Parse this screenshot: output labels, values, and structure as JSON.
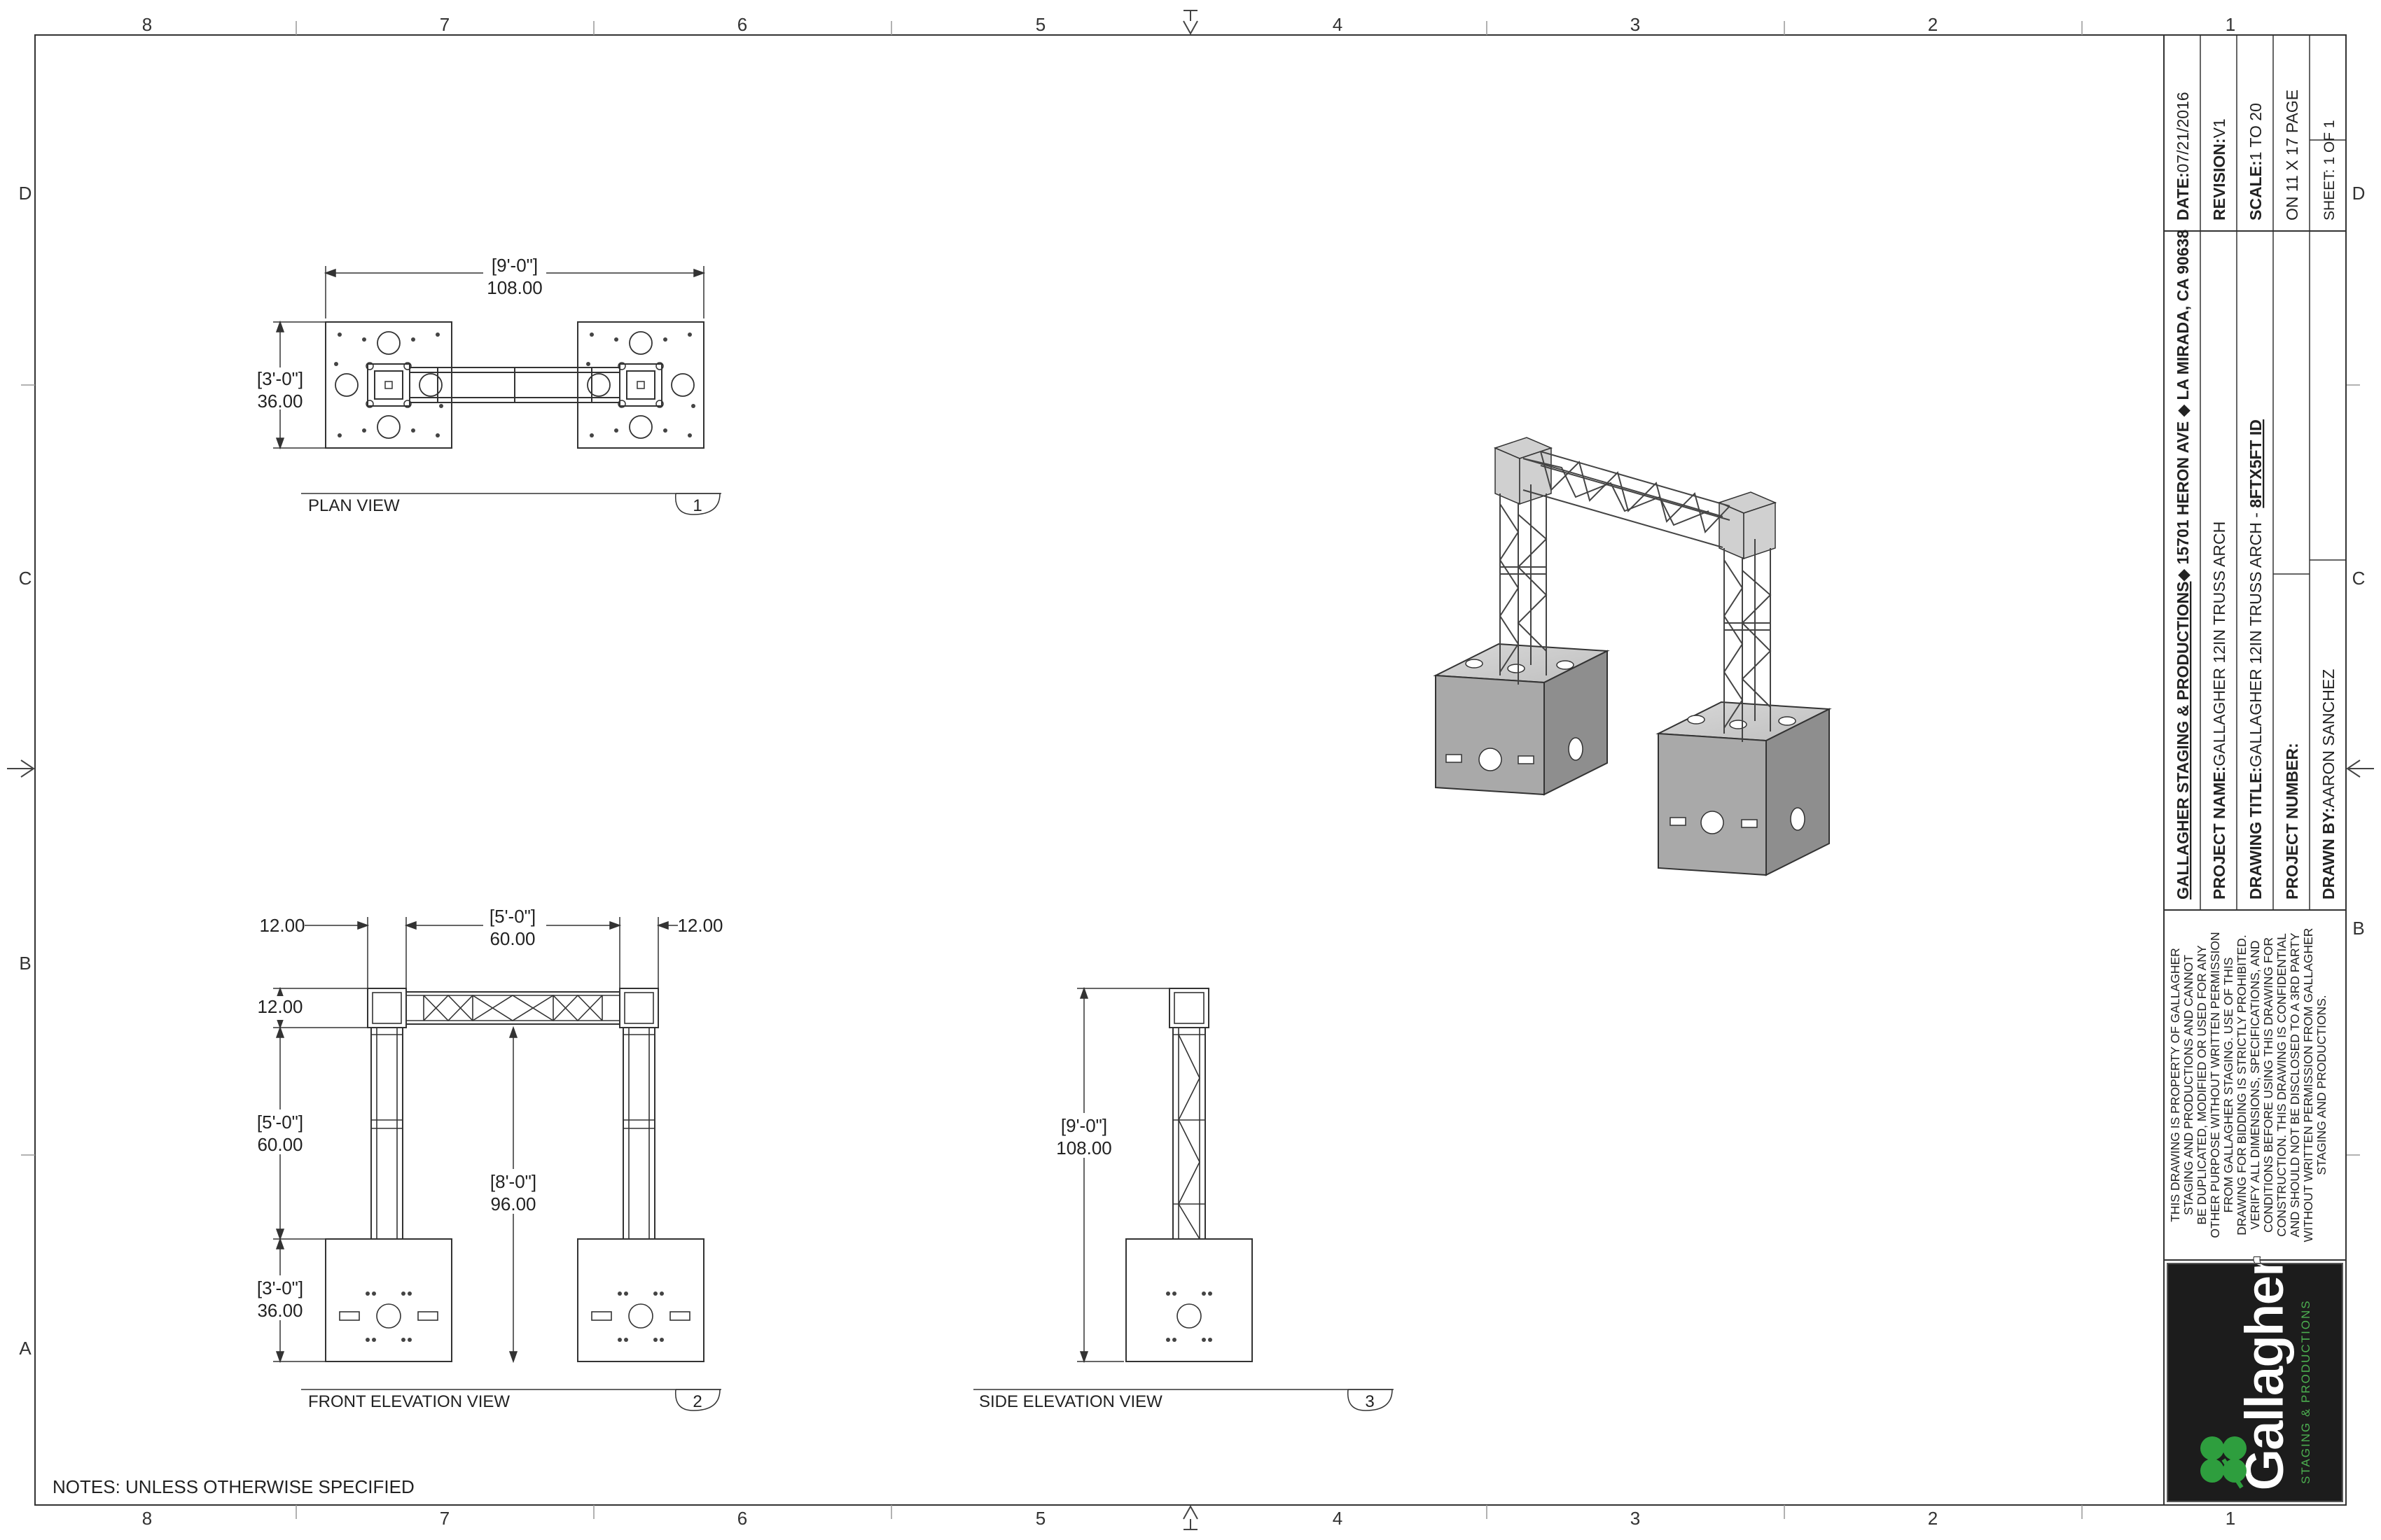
{
  "border": {
    "columns_top": [
      "8",
      "7",
      "6",
      "5",
      "4",
      "3",
      "2",
      "1"
    ],
    "columns_bottom": [
      "8",
      "7",
      "6",
      "5",
      "4",
      "3",
      "2",
      "1"
    ],
    "rows_left": [
      "D",
      "C",
      "B",
      "A"
    ],
    "rows_right": [
      "D",
      "C",
      "B"
    ]
  },
  "views": {
    "plan": {
      "label": "PLAN VIEW",
      "number": "1",
      "dims": {
        "width_ft": "[9'-0\"]",
        "width_in": "108.00",
        "depth_ft": "[3'-0\"]",
        "depth_in": "36.00"
      }
    },
    "front": {
      "label": "FRONT ELEVATION VIEW",
      "number": "2",
      "dims": {
        "left_offset": "12.00",
        "span_ft": "[5'-0\"]",
        "span_in": "60.00",
        "right_offset": "12.00",
        "truss_h": "12.00",
        "leg_ft": "[5'-0\"]",
        "leg_in": "60.00",
        "clear_ft": "[8'-0\"]",
        "clear_in": "96.00",
        "base_ft": "[3'-0\"]",
        "base_in": "36.00"
      }
    },
    "side": {
      "label": "SIDE ELEVATION VIEW",
      "number": "3",
      "dims": {
        "height_ft": "[9'-0\"]",
        "height_in": "108.00"
      }
    }
  },
  "notes": "NOTES: UNLESS OTHERWISE SPECIFIED",
  "title_block": {
    "company_line_name": "GALLAGHER STAGING & PRODUCTIONS",
    "company_line_addr": "◆ 15701 HERON AVE ◆ LA MIRADA, CA 90638",
    "date_label": "DATE:",
    "date_value": "07/21/2016",
    "revision_label": "REVISION:",
    "revision_value": "V1",
    "project_name_label": "PROJECT NAME:",
    "project_name_value": "GALLAGHER 12IN TRUSS ARCH",
    "drawing_title_label": "DRAWING TITLE:",
    "drawing_title_value": "GALLAGHER 12IN TRUSS ARCH - ",
    "drawing_title_id": "8FTX5FT ID",
    "scale_label": "SCALE:",
    "scale_value": "1 TO 20",
    "scale_page": "ON 11 X 17 PAGE",
    "project_number_label": "PROJECT NUMBER:",
    "sheet": "SHEET: 1 OF 1",
    "drawn_by_label": "DRAWN BY:",
    "drawn_by_value": "AARON SANCHEZ",
    "disclaimer": [
      "THIS DRAWING IS PROPERTY OF GALLAGHER",
      "STAGING AND PRODUCTIONS AND CANNOT",
      "BE DUPLICATED, MODIFIED OR USED FOR ANY",
      "OTHER PURPOSE WITHOUT WRITTEN PERMISSION",
      "FROM GALLAGHER STAGING. USE OF THIS",
      "DRAWING FOR BIDDING IS STRICTLY PROHIBITED.",
      "VERIFY ALL DIMENSIONS, SPECIFICATIONS, AND",
      "CONDITIONS BEFORE USING THIS DRAWING FOR",
      "CONSTRUCTION. THIS DRAWING IS CONFIDENTIAL",
      "AND SHOULD NOT BE DISCLOSED TO A 3RD PARTY",
      "WITHOUT WRITTEN PERMISSION FROM GALLAGHER",
      "STAGING AND PRODUCTIONS."
    ],
    "logo_text": "Gallagher",
    "logo_sub": "STAGING & PRODUCTIONS"
  }
}
